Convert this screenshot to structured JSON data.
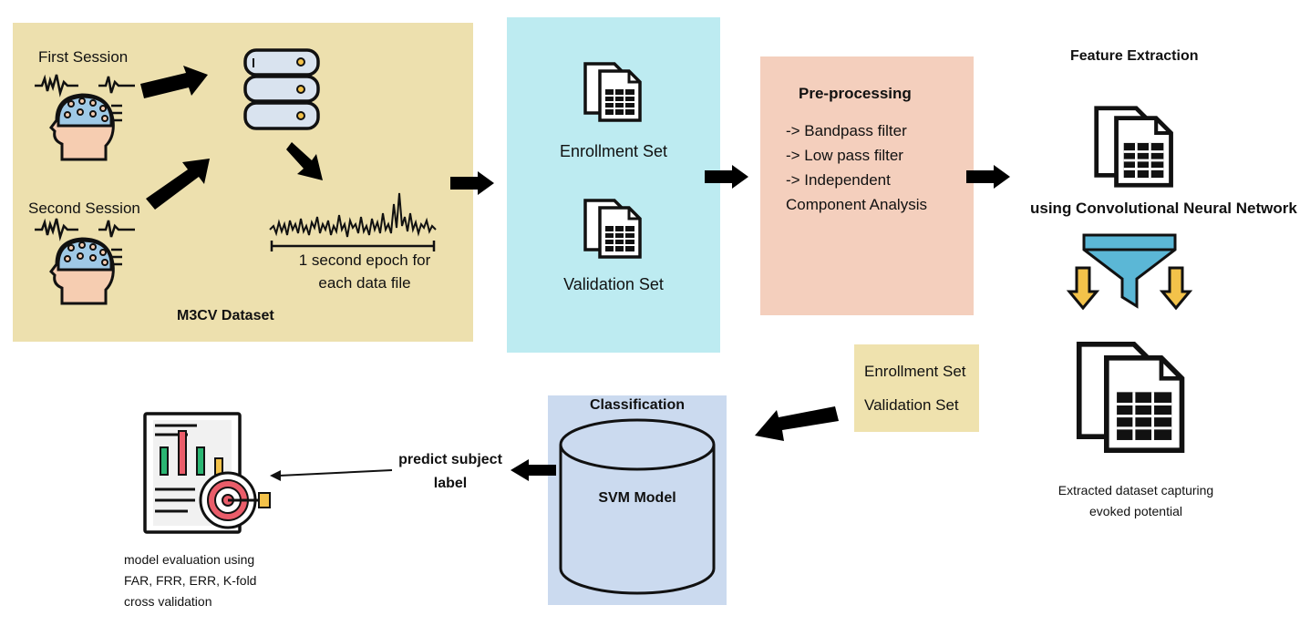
{
  "colors": {
    "dataset_panel": "#ede0ae",
    "sets_panel": "#bdebf1",
    "preprocessing_panel": "#f4cfbd",
    "sets_label_panel": "#efe2ae",
    "classification_panel": "#cbdaef",
    "arrow": "#000000",
    "funnel": "#5bb7d6",
    "down_arrow": "#f3c24a"
  },
  "dataset": {
    "first_session": "First Session",
    "second_session": "Second Session",
    "epoch_label_line1": "1 second epoch for",
    "epoch_label_line2": "each data file",
    "title": "M3CV Dataset"
  },
  "sets": {
    "enrollment": "Enrollment Set",
    "validation": "Validation Set"
  },
  "preprocessing": {
    "title": "Pre-processing",
    "step1": "-> Bandpass filter",
    "step2": "-> Low pass filter",
    "step3_line1": "-> Independent",
    "step3_line2": "Component Analysis"
  },
  "feature_extraction": {
    "title": "Feature Extraction",
    "method": "using Convolutional Neural Network",
    "result_line1": "Extracted dataset capturing",
    "result_line2": "evoked potential"
  },
  "extracted_sets": {
    "enrollment": "Enrollment Set",
    "validation": "Validation Set"
  },
  "classification": {
    "title": "Classification",
    "model": "SVM Model"
  },
  "prediction": {
    "line1": "predict subject",
    "line2": "label"
  },
  "evaluation": {
    "line1": "model evaluation using",
    "line2": "FAR, FRR, ERR, K-fold",
    "line3": "cross validation"
  },
  "icons": [
    "head-eeg-icon",
    "database-icon",
    "eeg-signal-icon",
    "spreadsheet-icon",
    "funnel-icon",
    "report-target-icon"
  ]
}
